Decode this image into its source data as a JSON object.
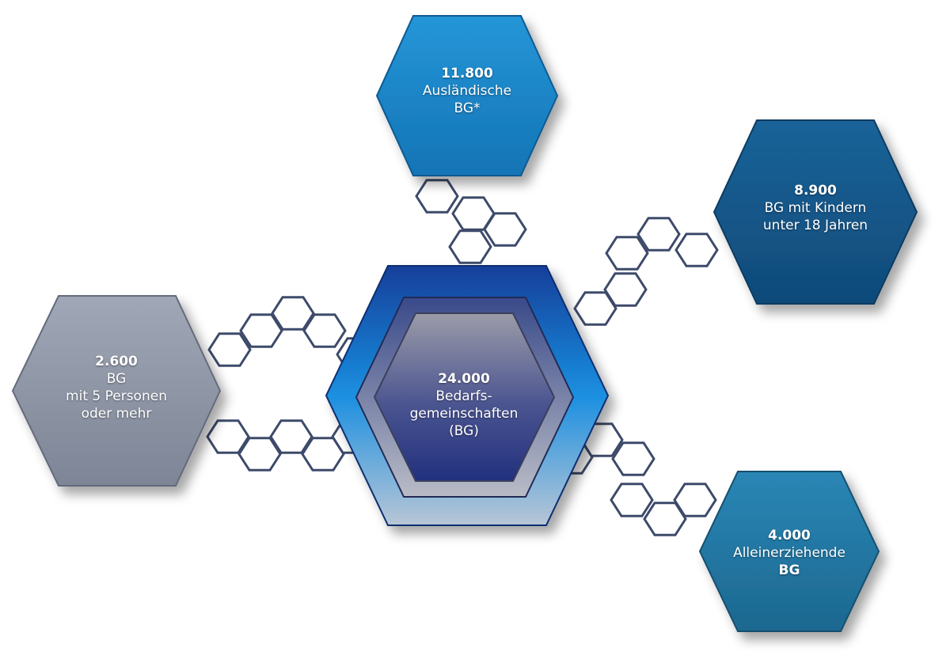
{
  "colors": {
    "top": "#1b87c9",
    "right": "#13568a",
    "left": "#8d95a6",
    "bottom_right": "#2479a6",
    "center_outer": "#1a56b0",
    "center_mid": "#2c3e8c",
    "center_inner": "#7a7f9e",
    "connector": "#3d4a6a"
  },
  "nodes": {
    "top": {
      "value": "11.800",
      "line1": "Ausländische",
      "line2": "BG*"
    },
    "right": {
      "value": "8.900",
      "line1": "BG mit Kindern",
      "line2": "unter 18 Jahren"
    },
    "left": {
      "value": "2.600",
      "line1": "BG",
      "line2": "mit 5 Personen",
      "line3": "oder mehr"
    },
    "bottom_right": {
      "value": "4.000",
      "line1": "Alleinerziehende",
      "line2": "BG"
    },
    "center": {
      "value": "24.000",
      "line1": "Bedarfs-",
      "line2": "gemeinschaften",
      "line3": "(BG)"
    }
  }
}
